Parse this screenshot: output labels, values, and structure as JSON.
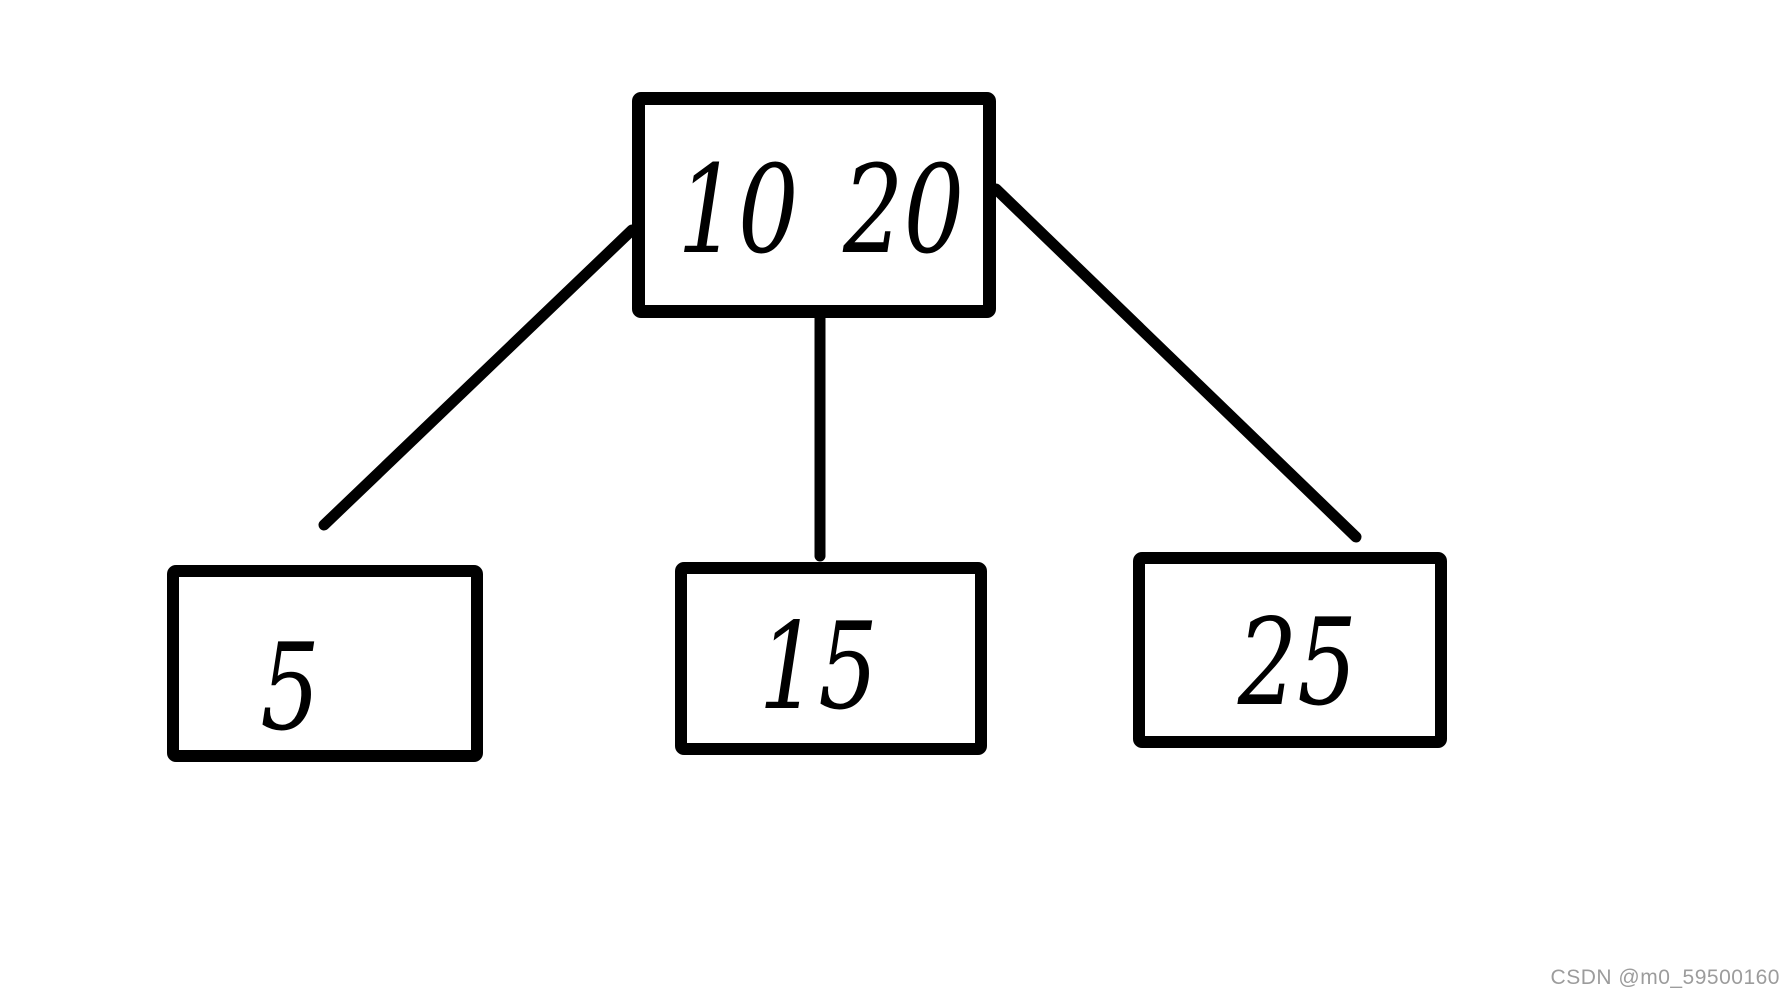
{
  "diagram": {
    "kind": "b-tree",
    "root": {
      "label": "10 20"
    },
    "children": [
      {
        "label": "5"
      },
      {
        "label": "15"
      },
      {
        "label": "25"
      }
    ],
    "edges": [
      {
        "from": "root",
        "to": "child-left"
      },
      {
        "from": "root",
        "to": "child-middle"
      },
      {
        "from": "root",
        "to": "child-right"
      }
    ]
  },
  "watermark": {
    "text": "CSDN @m0_59500160"
  },
  "colors": {
    "stroke": "#000000",
    "background": "#ffffff",
    "watermark_text": "#9c9c9c"
  }
}
